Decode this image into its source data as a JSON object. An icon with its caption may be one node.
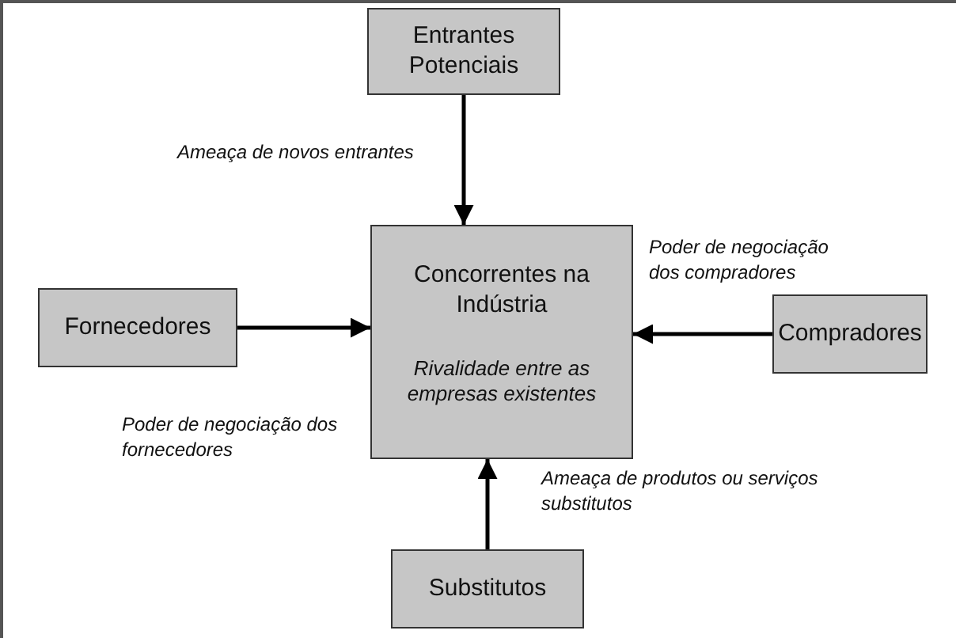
{
  "diagram": {
    "nodes": [
      {
        "text": [
          "Entrantes Potenciais"
        ]
      },
      {
        "text": [
          "Fornecedores"
        ]
      },
      {
        "text": [
          "Concorrentes na Indústria",
          "Rivalidade entre as empresas existentes"
        ]
      },
      {
        "text": [
          "Compradores"
        ]
      },
      {
        "text": [
          "Substitutos"
        ]
      }
    ],
    "edges": [
      {
        "from": 0,
        "to": 2,
        "arrow": "to",
        "label": "Ameaça de novos entrantes"
      },
      {
        "from": 1,
        "to": 2,
        "arrow": "to",
        "label": "Poder de negociação dos fornecedores"
      },
      {
        "from": 3,
        "to": 2,
        "arrow": "to",
        "label": "Poder de negociação dos compradores"
      },
      {
        "from": 4,
        "to": 2,
        "arrow": "to",
        "label": "Ameaça de produtos ou serviços substitutos"
      }
    ]
  }
}
